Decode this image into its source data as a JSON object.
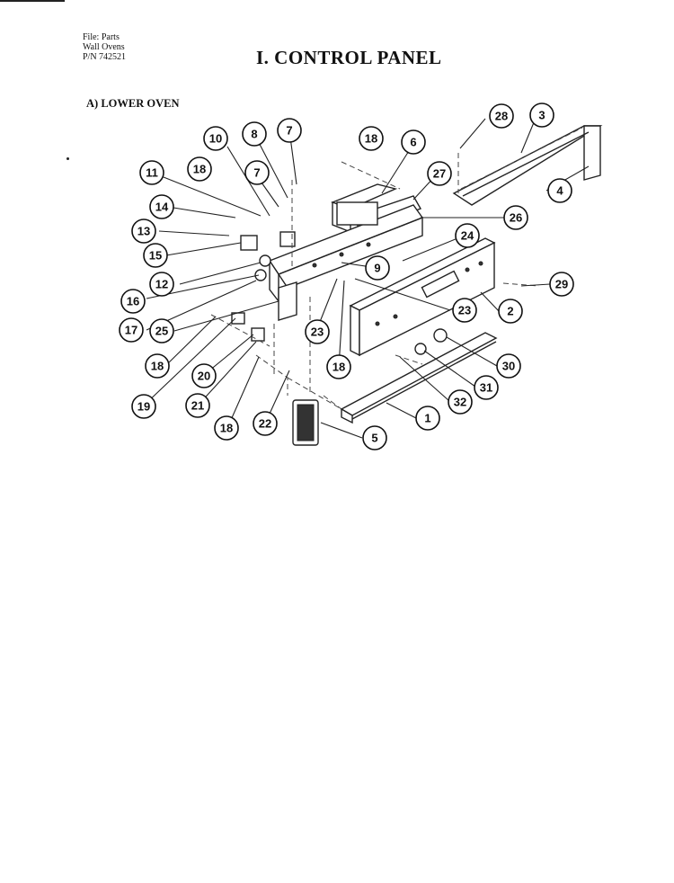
{
  "header": {
    "file": "File: Parts",
    "category": "Wall Ovens",
    "part_number": "P/N 742521"
  },
  "title": "I. CONTROL PANEL",
  "section": "A) LOWER OVEN",
  "callouts": [
    {
      "label": "1"
    },
    {
      "label": "2"
    },
    {
      "label": "3"
    },
    {
      "label": "4"
    },
    {
      "label": "5"
    },
    {
      "label": "6"
    },
    {
      "label": "7"
    },
    {
      "label": "7"
    },
    {
      "label": "8"
    },
    {
      "label": "9"
    },
    {
      "label": "10"
    },
    {
      "label": "11"
    },
    {
      "label": "12"
    },
    {
      "label": "13"
    },
    {
      "label": "14"
    },
    {
      "label": "15"
    },
    {
      "label": "16"
    },
    {
      "label": "17"
    },
    {
      "label": "18"
    },
    {
      "label": "18"
    },
    {
      "label": "18"
    },
    {
      "label": "18"
    },
    {
      "label": "18"
    },
    {
      "label": "18"
    },
    {
      "label": "19"
    },
    {
      "label": "20"
    },
    {
      "label": "21"
    },
    {
      "label": "22"
    },
    {
      "label": "23"
    },
    {
      "label": "23"
    },
    {
      "label": "24"
    },
    {
      "label": "25"
    },
    {
      "label": "26"
    },
    {
      "label": "27"
    },
    {
      "label": "28"
    },
    {
      "label": "29"
    },
    {
      "label": "30"
    },
    {
      "label": "31"
    },
    {
      "label": "32"
    }
  ]
}
